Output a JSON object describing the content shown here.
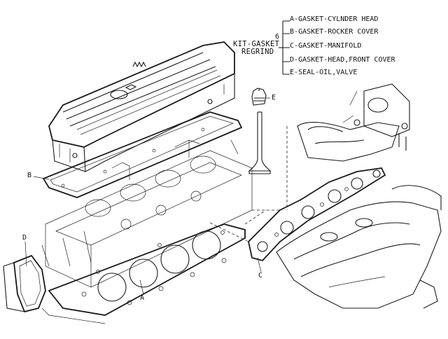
{
  "kit": {
    "number": "6",
    "title_line1": "KIT-GASKET",
    "title_line2": "REGRIND"
  },
  "parts": [
    {
      "ref": "A",
      "name": "GASKET-CYLNDER HEAD"
    },
    {
      "ref": "B",
      "name": "GASKET-ROCKER COVER"
    },
    {
      "ref": "C",
      "name": "GASKET-MANIFOLD"
    },
    {
      "ref": "D",
      "name": "GASKET-HEAD,FRONT COVER"
    },
    {
      "ref": "E",
      "name": "SEAL-OIL,VALVE"
    }
  ],
  "callouts": {
    "a": "A",
    "b": "B",
    "c": "C",
    "d": "D",
    "e": "E"
  }
}
